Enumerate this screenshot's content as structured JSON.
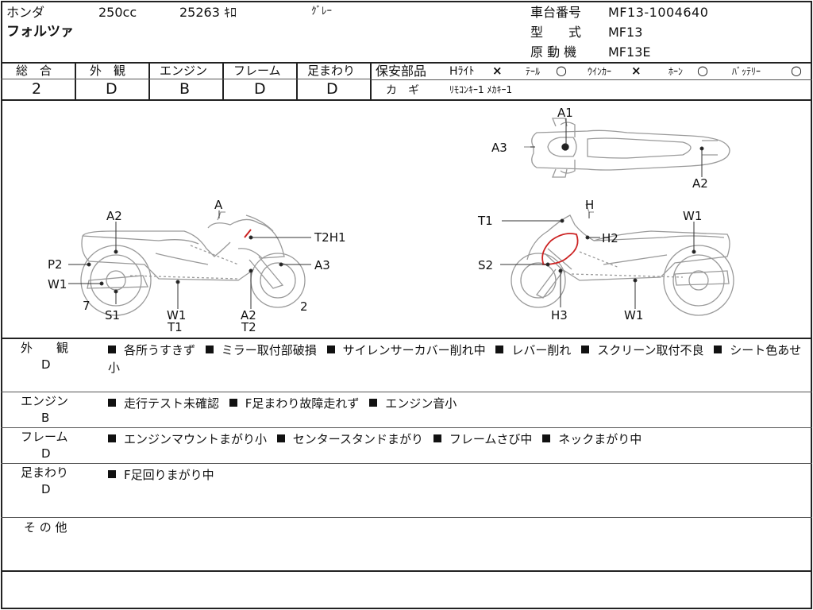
{
  "header": {
    "maker": "ホンダ",
    "displacement": "250cc",
    "mileage": "25263 ｷﾛ",
    "color": "ｸﾞﾚｰ",
    "model_name": "フォルツァ",
    "frame_no_label": "車台番号",
    "frame_no": "MF13-1004640",
    "type_label": "型　　式",
    "type_value": "MF13",
    "engine_label": "原 動 機",
    "engine_value": "MF13E"
  },
  "grades": {
    "total_label": "総　合",
    "total": "2",
    "exterior_label": "外　観",
    "exterior": "D",
    "engine_label": "エンジン",
    "engine": "B",
    "frame_label": "フレーム",
    "frame": "D",
    "suspension_label": "足まわり",
    "suspension": "D"
  },
  "safety": {
    "label": "保安部品",
    "headlight": "Hﾗｲﾄ",
    "headlight_mark": "×",
    "tail": "ﾃｰﾙ",
    "tail_mark": "○",
    "winker": "ｳｲﾝｶｰ",
    "winker_mark": "×",
    "horn": "ﾎｰﾝ",
    "horn_mark": "○",
    "battery": "ﾊﾞｯﾃﾘｰ",
    "battery_mark": "○",
    "key_label": "カ　ギ",
    "key_value": "ﾘﾓｺﾝｷｰ1  ﾒｶｷｰ1"
  },
  "diagram_labels": {
    "top": [
      "A1",
      "A3",
      "A2"
    ],
    "left": [
      "A",
      "A2",
      "T2H1",
      "P2",
      "A3",
      "W1",
      "7",
      "S1",
      "W1",
      "T1",
      "A2",
      "T2",
      "2"
    ],
    "right": [
      "H",
      "T1",
      "W1",
      "H2",
      "S2",
      "H3",
      "W1"
    ]
  },
  "remarks": [
    {
      "label": "外　　観",
      "grade": "D",
      "items": [
        "各所うすきず",
        "ミラー取付部破損",
        "サイレンサーカバー削れ中",
        "レバー削れ",
        "スクリーン取付不良",
        "シート色あせ小"
      ]
    },
    {
      "label": "エンジン",
      "grade": "B",
      "items": [
        "走行テスト未確認",
        "F足まわり故障走れず",
        "エンジン音小"
      ]
    },
    {
      "label": "フレーム",
      "grade": "D",
      "items": [
        "エンジンマウントまがり小",
        "センタースタンドまがり",
        "フレームさび中",
        "ネックまがり中"
      ]
    },
    {
      "label": "足まわり",
      "grade": "D",
      "items": [
        "F足回りまがり中"
      ]
    },
    {
      "label": "そ の 他",
      "grade": "",
      "items": []
    }
  ]
}
